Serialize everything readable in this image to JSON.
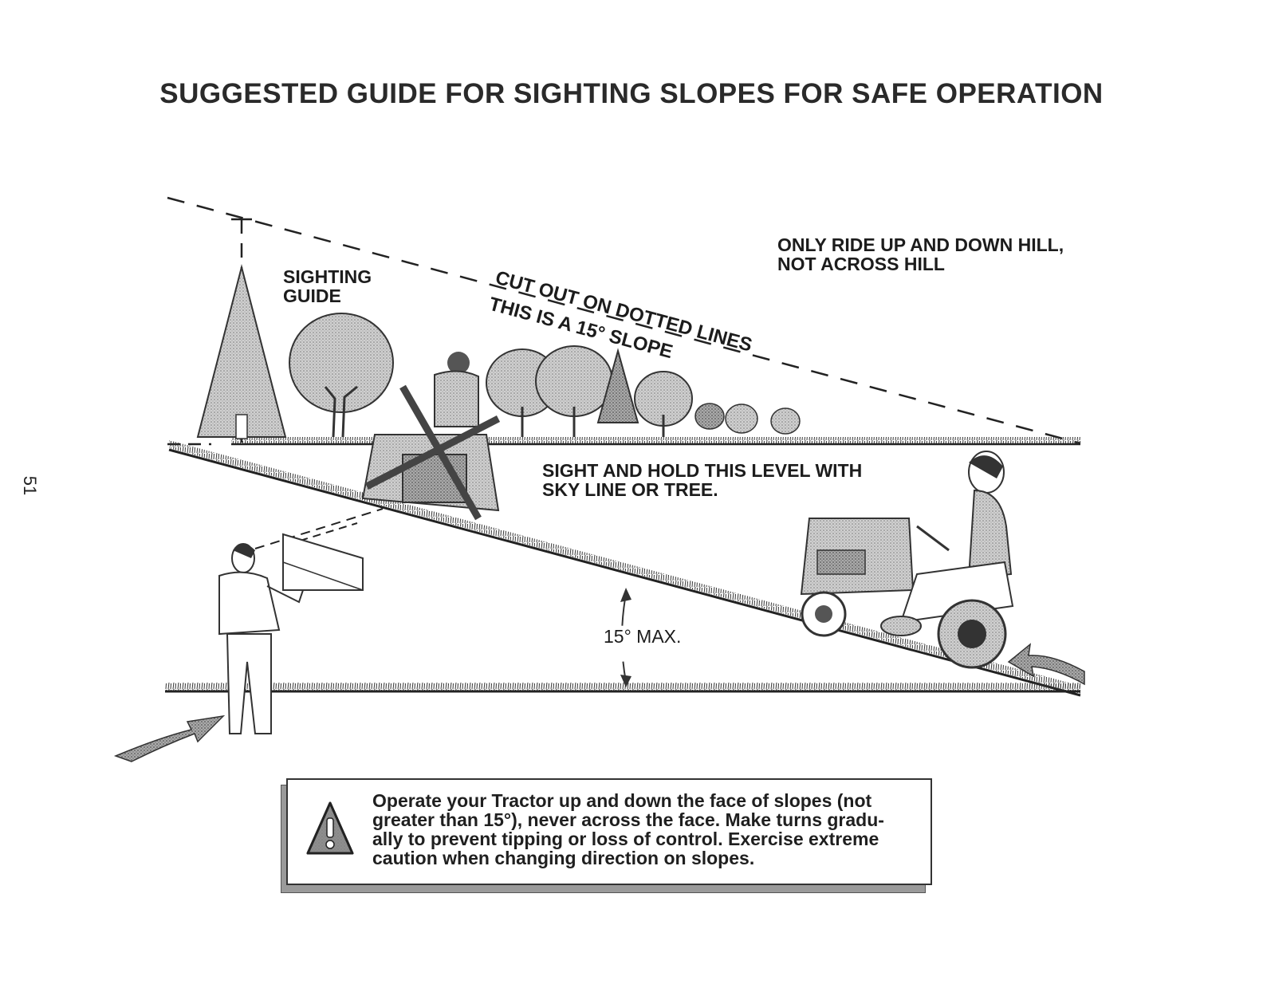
{
  "page": {
    "title": "SUGGESTED GUIDE FOR SIGHTING SLOPES FOR SAFE OPERATION",
    "page_number": "51"
  },
  "figure": {
    "labels": {
      "sighting_guide": [
        "SIGHTING",
        "GUIDE"
      ],
      "cut_out": "CUT OUT ON DOTTED LINES",
      "slope_note": "THIS IS A 15° SLOPE",
      "ride_instruction": [
        "ONLY RIDE UP AND DOWN HILL,",
        "NOT ACROSS HILL"
      ],
      "sight_level": [
        "SIGHT AND HOLD THIS LEVEL WITH",
        "SKY LINE OR TREE."
      ],
      "max_angle": "15° MAX."
    }
  },
  "warning": {
    "icon": "warning-triangle-icon",
    "text": "Operate your Tractor up and down the face of slopes (not\ngreater than 15°), never across the face. Make turns gradu-\nally to prevent tipping or loss of control. Exercise extreme\ncaution when changing direction on slopes."
  }
}
